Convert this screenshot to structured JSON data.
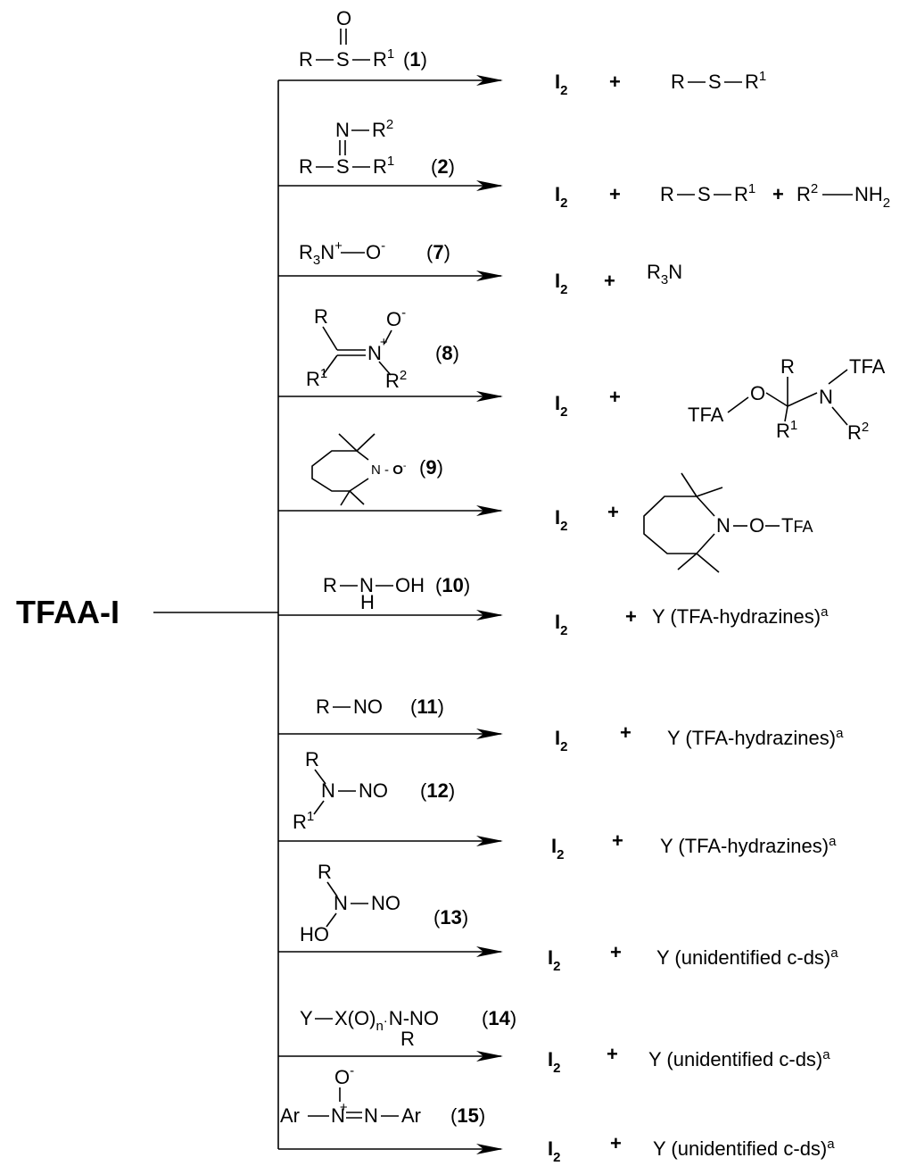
{
  "reactant": "TFAA-I",
  "labels": {
    "l1": "1",
    "l2": "2",
    "l7": "7",
    "l8": "8",
    "l9": "9",
    "l10": "10",
    "l11": "11",
    "l12": "12",
    "l13": "13",
    "l14": "14",
    "l15": "15"
  },
  "text": {
    "R": "R",
    "R1": "R",
    "R2": "R",
    "S": "S",
    "N": "N",
    "O": "O",
    "H": "H",
    "I": "I",
    "sub2": "2",
    "sup1": "1",
    "sup2": "2",
    "plus": "+",
    "minus": "-",
    "pos": "+",
    "NH": "NH",
    "R3N": "R",
    "sub3": "3",
    "OH": "OH",
    "HO": "HO",
    "NO": "NO",
    "TFA": "TFA",
    "Ar": "Ar",
    "Y": "Y",
    "X": "X(O)",
    "n": "n",
    "a": "a",
    "hydrazines": " (TFA-hydrazines)",
    "unidentified": " (unidentified c-ds)"
  },
  "icons": {
    "arrow": "arrow-right-icon"
  }
}
